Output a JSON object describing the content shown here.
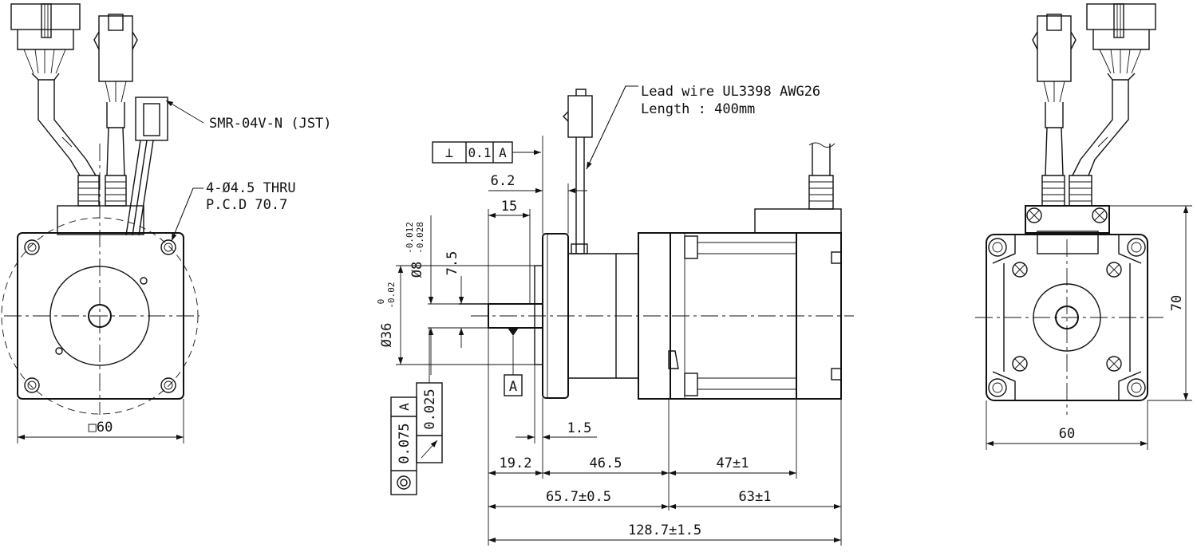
{
  "callouts": {
    "connector": "SMR-04V-N (JST)",
    "holes_line1": "4-Ø4.5 THRU",
    "holes_line2": "P.C.D 70.7",
    "lead_line1": "Lead wire UL3398 AWG26",
    "lead_line2": "Length : 400mm"
  },
  "front_view": {
    "width_dim": "□60"
  },
  "side_view": {
    "perp_symbol": "⊥",
    "perp_tolerance": "0.1",
    "perp_datum": "A",
    "dim_6_2": "6.2",
    "dim_15": "15",
    "dim_7_5": "7.5",
    "shaft_dia_base": "Ø8",
    "shaft_dia_upper": "-0.012",
    "shaft_dia_lower": "-0.028",
    "pilot_dia_base": "Ø36",
    "pilot_dia_upper": "0",
    "pilot_dia_lower": "-0.02",
    "datum_label": "A",
    "dim_1_5": "1.5",
    "dim_19_2": "19.2",
    "dim_46_5": "46.5",
    "dim_47": "47±1",
    "dim_65_7": "65.7±0.5",
    "dim_63": "63±1",
    "dim_128_7": "128.7±1.5",
    "runout_symbol": "↗",
    "runout_tolerance": "0.025",
    "conc_symbol": "◎",
    "conc_tolerance": "0.075",
    "conc_datum": "A"
  },
  "rear_view": {
    "height_dim": "70",
    "width_dim": "60"
  }
}
